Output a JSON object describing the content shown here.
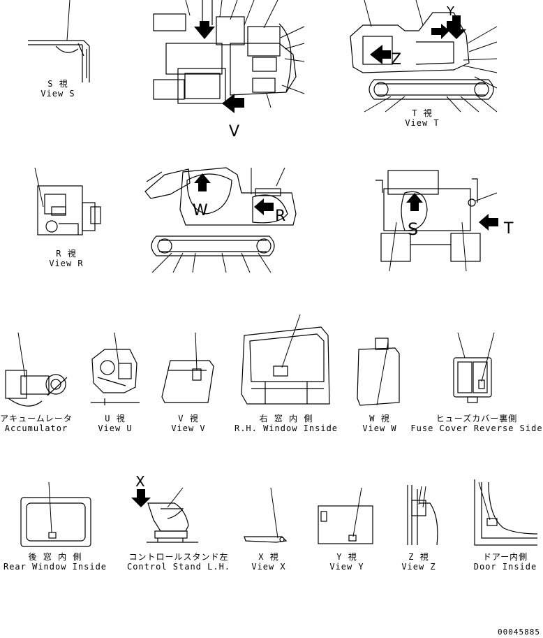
{
  "views": [
    {
      "jp": "S 視",
      "en": "View S"
    },
    {
      "jp": "T 視",
      "en": "View T"
    },
    {
      "jp": "R 視",
      "en": "View R"
    },
    {
      "jp": "アキュームレータ",
      "en": "Accumulator"
    },
    {
      "jp": "U 視",
      "en": "View U"
    },
    {
      "jp": "V 視",
      "en": "View V"
    },
    {
      "jp": "右 窓 内 側",
      "en": "R.H. Window Inside"
    },
    {
      "jp": "W 視",
      "en": "View W"
    },
    {
      "jp": "ヒューズカバー裏側",
      "en": "Fuse Cover Reverse Side"
    },
    {
      "jp": "後 窓 内 側",
      "en": "Rear Window Inside"
    },
    {
      "jp": "コントロールスタンド左",
      "en": "Control Stand L.H."
    },
    {
      "jp": "X 視",
      "en": "View X"
    },
    {
      "jp": "Y 視",
      "en": "View Y"
    },
    {
      "jp": "Z 視",
      "en": "View Z"
    },
    {
      "jp": "ドアー内側",
      "en": "Door Inside"
    }
  ],
  "markers": {
    "V": "V",
    "Y": "Y",
    "Z": "Z",
    "W": "W",
    "R": "R",
    "S": "S",
    "T": "T",
    "X": "X"
  },
  "doc_number": "00045885"
}
